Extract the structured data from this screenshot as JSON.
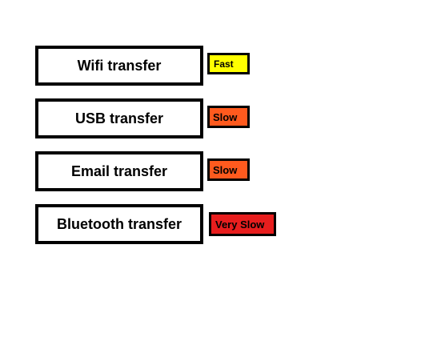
{
  "transfers": [
    {
      "method": "Wifi transfer",
      "speed": "Fast",
      "color": "#ffff00"
    },
    {
      "method": "USB transfer",
      "speed": "Slow",
      "color": "#ff5a1e"
    },
    {
      "method": "Email transfer",
      "speed": "Slow",
      "color": "#ff5a1e"
    },
    {
      "method": "Bluetooth transfer",
      "speed": "Very Slow",
      "color": "#e81e1e"
    }
  ]
}
